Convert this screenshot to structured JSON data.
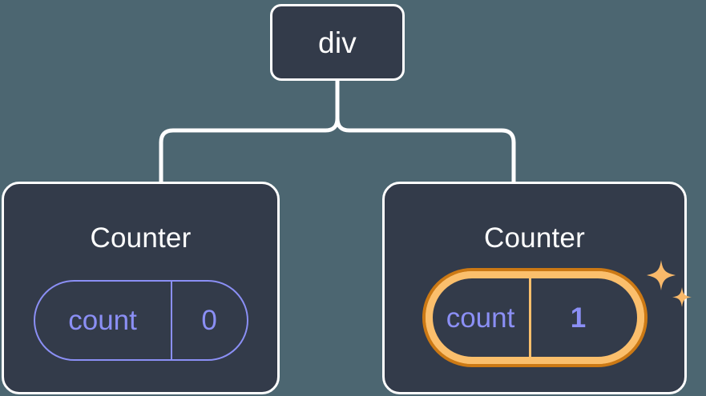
{
  "diagram": {
    "type": "component-tree",
    "background_color": "#4c6671",
    "node_fill_color": "#333b4a",
    "node_border_color": "#ffffff",
    "connector_color": "#ffffff",
    "state_color": "#8b8ff5",
    "highlight_outer_color": "#cc7914",
    "highlight_inner_color": "#fbbf6c",
    "sparkle_color": "#f9b96a",
    "root": {
      "label": "div"
    },
    "children": [
      {
        "title": "Counter",
        "state": {
          "key": "count",
          "value": "0"
        },
        "highlighted": false,
        "sparkle_icon": "none"
      },
      {
        "title": "Counter",
        "state": {
          "key": "count",
          "value": "1"
        },
        "highlighted": true,
        "sparkle_icon": "sparkles-icon"
      }
    ]
  }
}
